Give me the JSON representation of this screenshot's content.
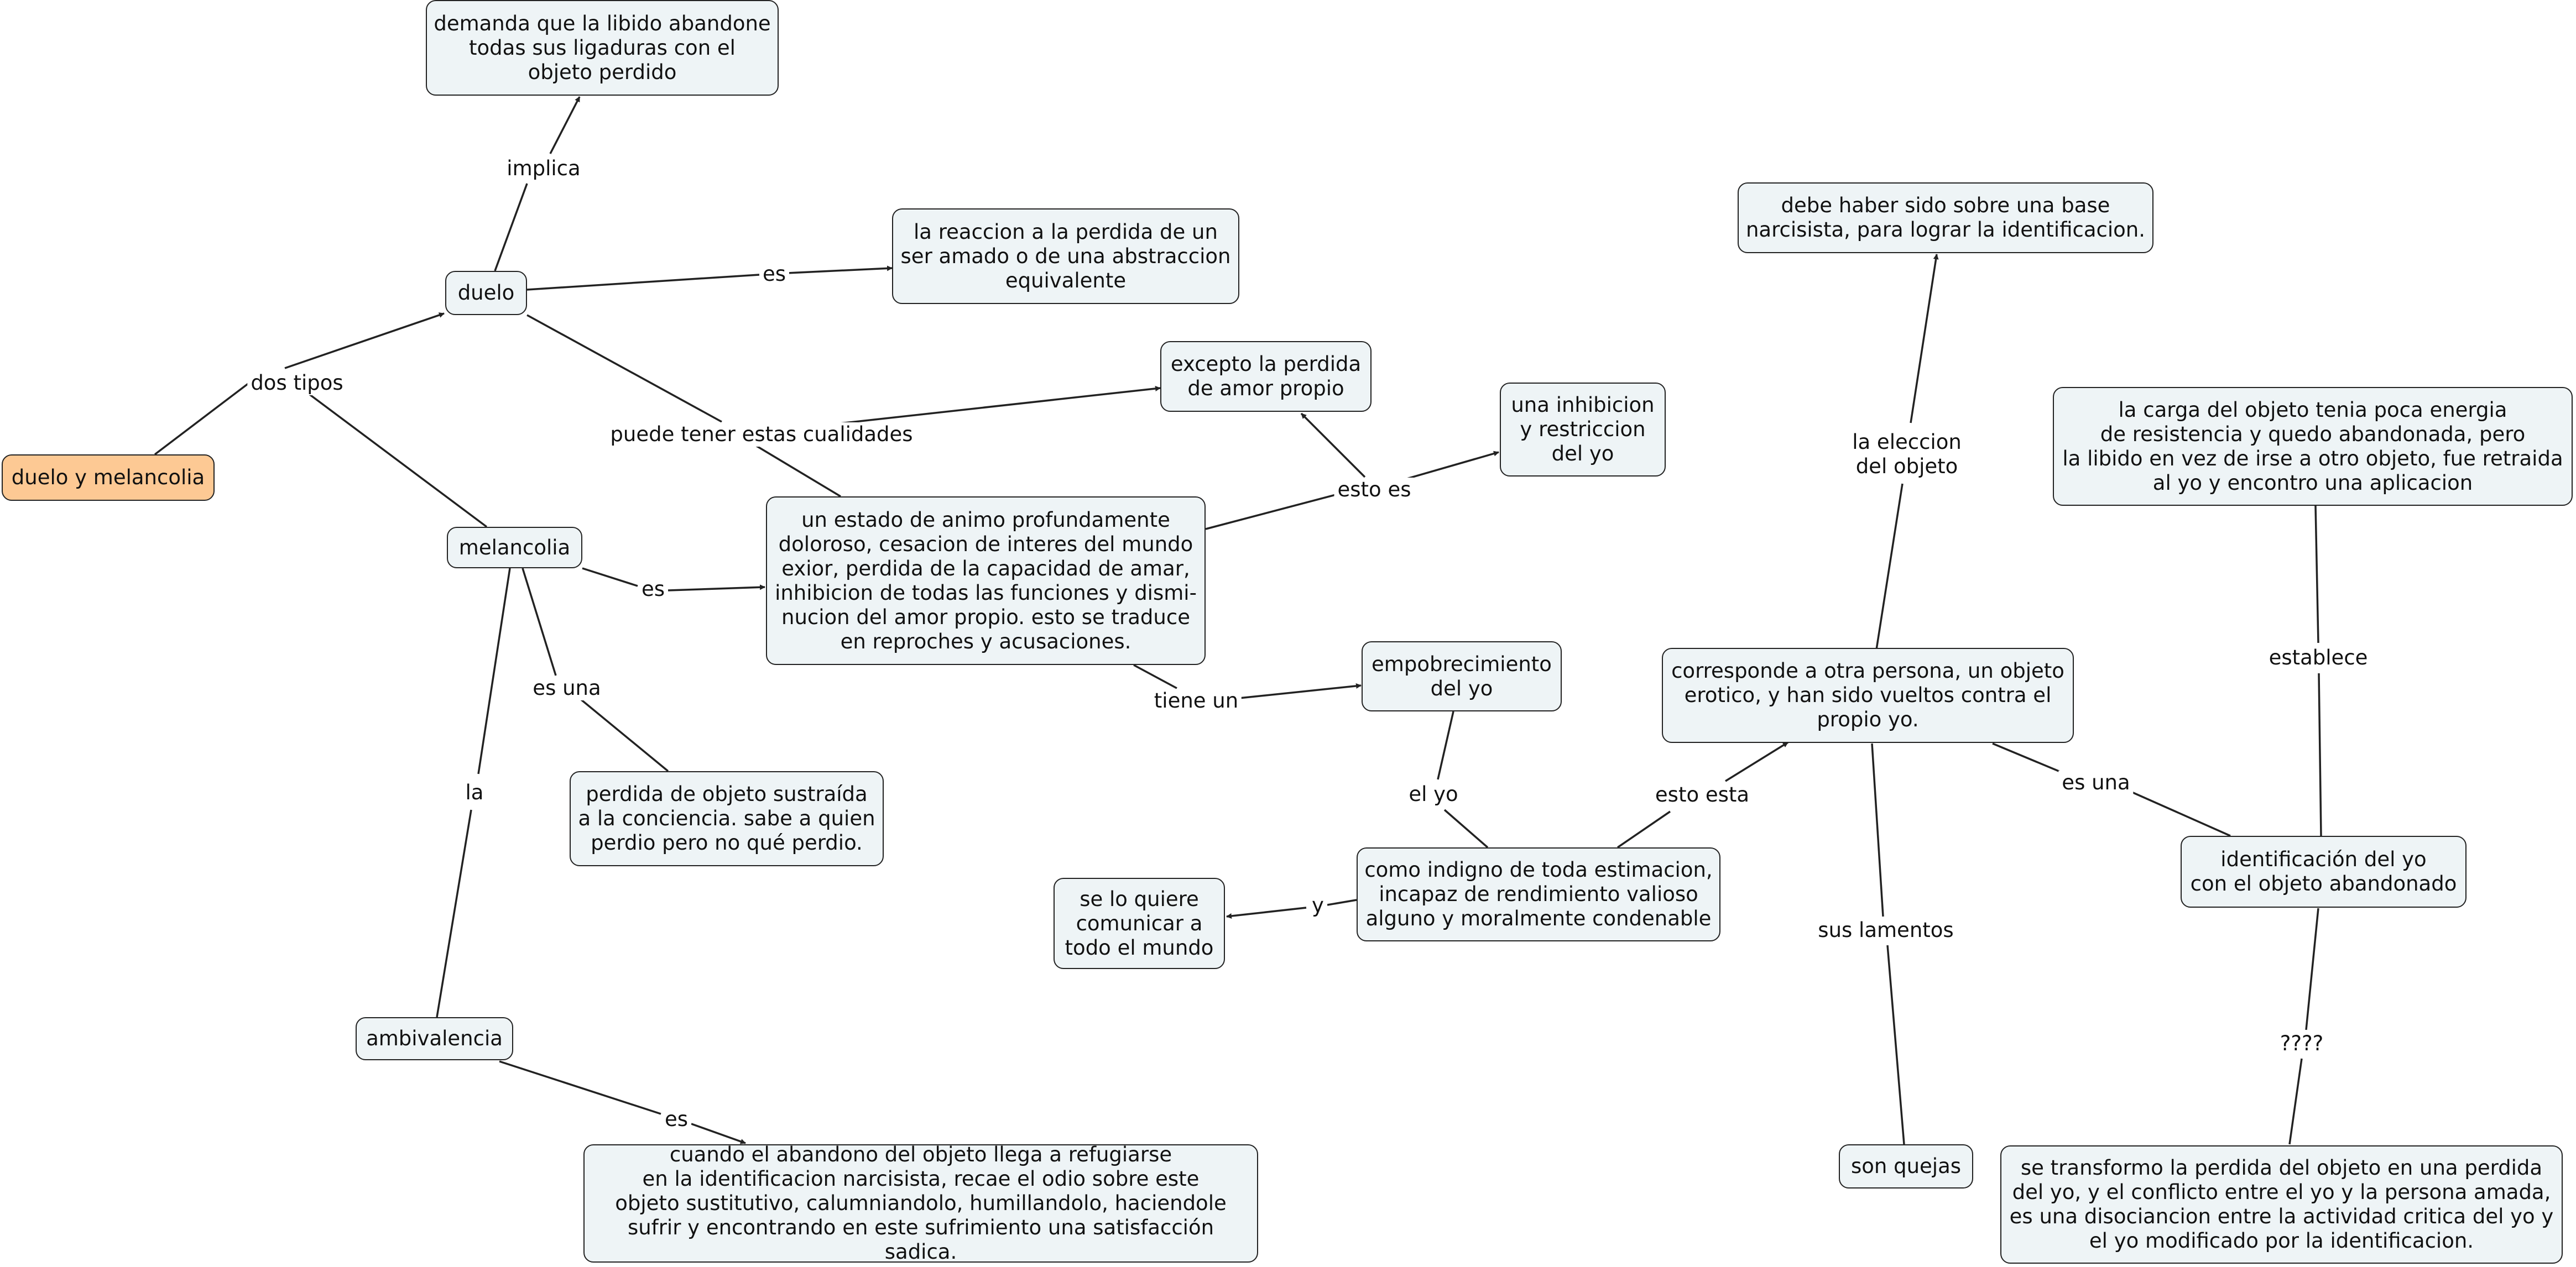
{
  "colors": {
    "root_fill": "#fdc994",
    "node_fill": "#eef4f6",
    "line": "#222222"
  },
  "nodes": {
    "root": "duelo y melancolia",
    "duelo": "duelo",
    "melancolia": "melancolia",
    "ambivalencia": "ambivalencia",
    "demanda": "demanda que la libido abandone\ntodas sus ligaduras con el\nobjeto perdido",
    "reaccion": "la reaccion a la perdida de un\nser amado o de una abstraccion\nequivalente",
    "excepto": "excepto la perdida\nde amor propio",
    "inhibicion": "una inhibicion\ny restriccion\ndel yo",
    "estado": "un estado de animo profundamente\ndoloroso, cesacion de interes del mundo\nexior, perdida de la capacidad de amar,\ninhibicion de todas las funciones y dismi-\nnucion del amor propio. esto se traduce\nen reproches y acusaciones.",
    "perdida_objeto": "perdida de objeto sustraída\na la conciencia. sabe a quien\nperdio pero no qué perdio.",
    "cuando": "cuando el abandono del objeto llega a refugiarse\nen la identificacion narcisista, recae el odio sobre este\nobjeto sustitutivo, calumniandolo, humillandolo, haciendole\nsufrir y encontrando en este sufrimiento una satisfacción sadica.",
    "empobrecimiento": "empobrecimiento\ndel yo",
    "indigno": "como indigno de toda estimacion,\nincapaz de rendimiento valioso\nalguno y moralmente condenable",
    "comunicar": "se lo quiere\ncomunicar a\ntodo el mundo",
    "corresponde": "corresponde a otra persona, un objeto\nerotico, y han sido vueltos contra el\npropio yo.",
    "debe": "debe haber sido sobre una base\nnarcisista, para lograr la identificacion.",
    "quejas": "son quejas",
    "carga": "la carga del objeto tenia poca energia\nde resistencia y quedo abandonada, pero\nla libido en vez de irse a otro objeto, fue retraida\nal yo y encontro una aplicacion",
    "identificacion": "identificación del yo\ncon el objeto abandonado",
    "transformo": "se transformo la perdida del objeto en una perdida\ndel yo, y el conflicto entre el yo y la persona amada,\nes una disociancion entre la actividad critica del yo y\nel yo modificado por la identificacion."
  },
  "labels": {
    "dos_tipos": "dos tipos",
    "implica": "implica",
    "es_duelo": "es",
    "puede_tener": "puede tener estas cualidades",
    "esto_es": "esto es",
    "es_melancolia": "es",
    "es_una_melancolia": "es una",
    "la": "la",
    "es_ambivalencia": "es",
    "tiene_un": "tiene un",
    "el_yo": "el yo",
    "y": "y",
    "esto_esta": "esto esta",
    "la_eleccion": "la eleccion\ndel objeto",
    "sus_lamentos": "sus lamentos",
    "es_una_identificacion": "es una",
    "establece": "establece",
    "interrogantes": "????"
  }
}
